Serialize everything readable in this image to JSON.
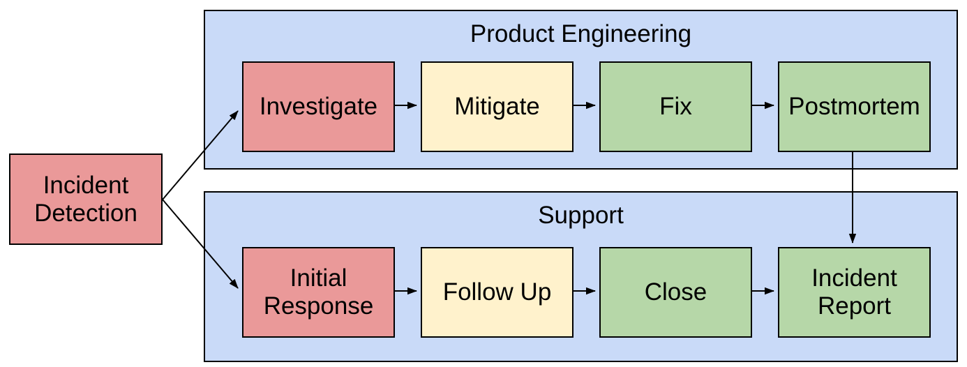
{
  "flowchart": {
    "entry_node": {
      "label": "Incident Detection",
      "fill": "#ea9999"
    },
    "lanes": [
      {
        "title": "Product Engineering",
        "fill": "#c9daf8",
        "nodes": [
          {
            "label": "Investigate",
            "fill": "#ea9999"
          },
          {
            "label": "Mitigate",
            "fill": "#fff2cc"
          },
          {
            "label": "Fix",
            "fill": "#b6d7a8"
          },
          {
            "label": "Postmortem",
            "fill": "#b6d7a8"
          }
        ]
      },
      {
        "title": "Support",
        "fill": "#c9daf8",
        "nodes": [
          {
            "label": "Initial Response",
            "fill": "#ea9999"
          },
          {
            "label": "Follow Up",
            "fill": "#fff2cc"
          },
          {
            "label": "Close",
            "fill": "#b6d7a8"
          },
          {
            "label": "Incident Report",
            "fill": "#b6d7a8"
          }
        ]
      }
    ],
    "edges": [
      {
        "from": "Incident Detection",
        "to": "Investigate"
      },
      {
        "from": "Incident Detection",
        "to": "Initial Response"
      },
      {
        "from": "Investigate",
        "to": "Mitigate"
      },
      {
        "from": "Mitigate",
        "to": "Fix"
      },
      {
        "from": "Fix",
        "to": "Postmortem"
      },
      {
        "from": "Postmortem",
        "to": "Incident Report"
      },
      {
        "from": "Initial Response",
        "to": "Follow Up"
      },
      {
        "from": "Follow Up",
        "to": "Close"
      },
      {
        "from": "Close",
        "to": "Incident Report"
      }
    ],
    "colors": {
      "node_red": "#ea9999",
      "node_yellow": "#fff2cc",
      "node_green": "#b6d7a8",
      "lane_blue": "#c9daf8",
      "border": "#000000",
      "arrow": "#000000",
      "background": "#ffffff"
    }
  }
}
